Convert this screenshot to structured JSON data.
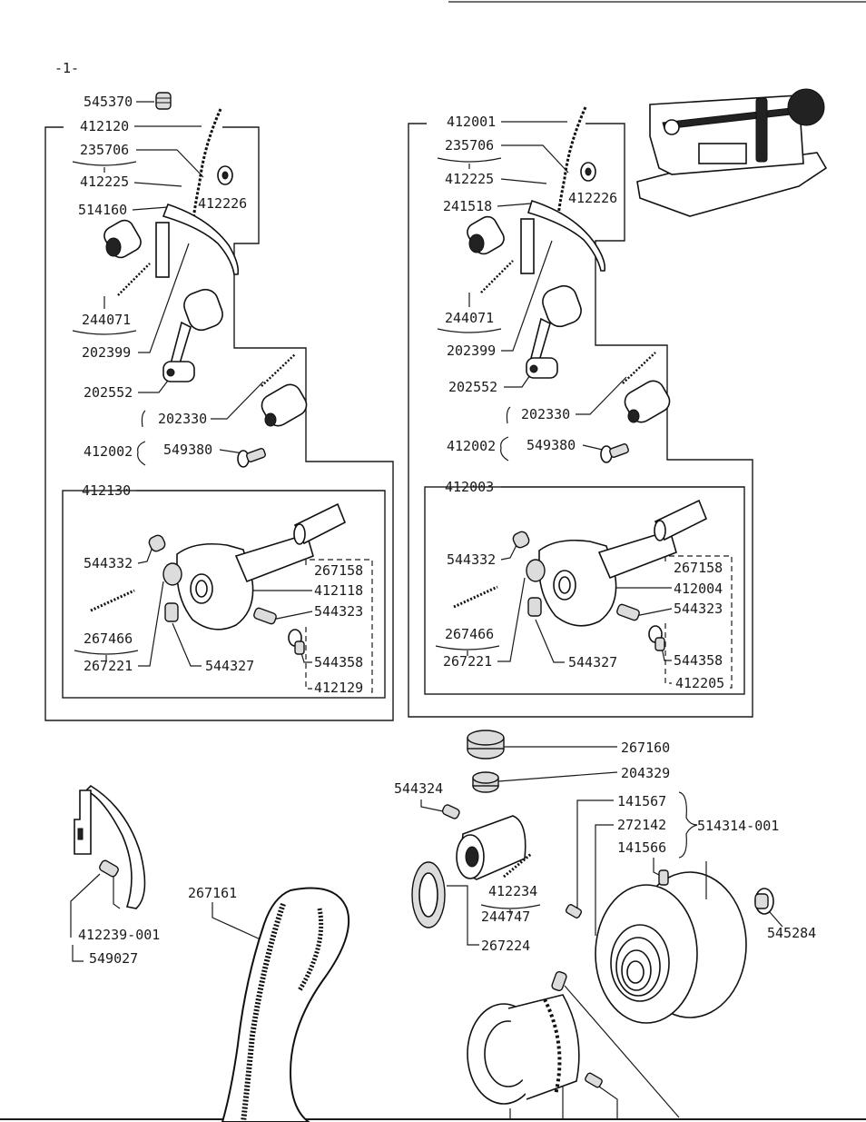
{
  "page": {
    "number": "-1-"
  },
  "left_group": {
    "labels": {
      "top_screw": "545370",
      "assembly": "412120",
      "chain": "235706",
      "shaft": "412225",
      "collar": "514160",
      "washer": "412226",
      "eccentric_spring": "244071",
      "link_rod": "202399",
      "crank": "202552",
      "bracket_spring": "202330",
      "bracket_set": "412002",
      "bracket_screw": "549380"
    },
    "sub_assembly": {
      "title": "412130",
      "labels": {
        "set_screw_a": "544332",
        "tube": "267158",
        "hub": "412118",
        "screw_b": "544323",
        "spring": "267466",
        "shaft": "267221",
        "set_screw_c": "544327",
        "screw_d": "544358",
        "bracket": "412129"
      }
    }
  },
  "right_group": {
    "labels": {
      "assembly": "412001",
      "chain": "235706",
      "shaft": "412225",
      "collar": "241518",
      "washer": "412226",
      "eccentric_spring": "244071",
      "link_rod": "202399",
      "crank": "202552",
      "bracket_spring": "202330",
      "bracket_set": "412002",
      "bracket_screw": "549380"
    },
    "sub_assembly": {
      "title": "412003",
      "labels": {
        "set_screw_a": "544332",
        "tube": "267158",
        "hub": "412004",
        "screw_b": "544323",
        "spring": "267466",
        "shaft": "267221",
        "set_screw_c": "544327",
        "screw_d": "544358",
        "bracket": "412205"
      }
    }
  },
  "lower_parts": {
    "belt_guard": "412239-001",
    "guard_screw": "549027",
    "belt": "267161",
    "felt_a": "267160",
    "felt_b": "204329",
    "bushing_screw": "544324",
    "bushing_pin": "412234",
    "bushing": "244747",
    "bushing_ring": "267224",
    "pulley_part_a": "141567",
    "pulley_part_b": "272142",
    "pulley_part_c": "141566",
    "pulley_assembly": "514314-001",
    "pulley_screw": "545284"
  }
}
